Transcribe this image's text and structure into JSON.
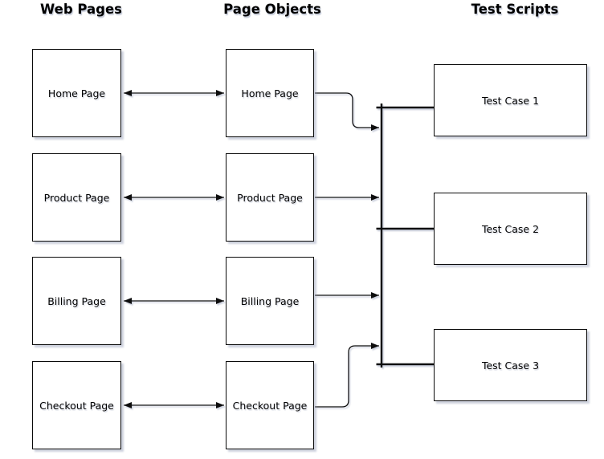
{
  "diagram": {
    "columns": {
      "web_pages": {
        "title": "Web Pages",
        "items": [
          {
            "label": "Home Page"
          },
          {
            "label": "Product Page"
          },
          {
            "label": "Billing Page"
          },
          {
            "label": "Checkout Page"
          }
        ]
      },
      "page_objects": {
        "title": "Page Objects",
        "items": [
          {
            "label": "Home Page"
          },
          {
            "label": "Product Page"
          },
          {
            "label": "Billing Page"
          },
          {
            "label": "Checkout Page"
          }
        ]
      },
      "test_scripts": {
        "title": "Test Scripts",
        "items": [
          {
            "label": "Test Case 1"
          },
          {
            "label": "Test Case 2"
          },
          {
            "label": "Test Case 3"
          }
        ]
      }
    },
    "colors": {
      "background": "#ffffff",
      "line": "#0a0a0a",
      "box_fill": "#ffffff",
      "box_border": "#0a0a0a",
      "shadow": "#929cb6",
      "text": "#000000"
    }
  }
}
